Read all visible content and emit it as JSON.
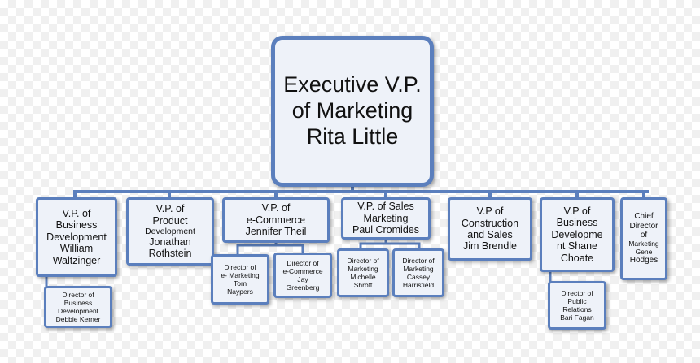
{
  "colors": {
    "box_fill": "#eef2f9",
    "box_border": "#5b7fbd",
    "connector": "#5b7fbd"
  },
  "root": {
    "lines": [
      "Executive V.P.",
      "of Marketing",
      "Rita Little"
    ]
  },
  "vps": [
    {
      "lines": [
        "V.P. of",
        "Business",
        "Development",
        "William",
        "Waltzinger"
      ],
      "subs": [
        {
          "lines": [
            "Director of",
            "Business",
            "Development",
            "Debbie Kerner"
          ]
        }
      ]
    },
    {
      "lines": [
        "V.P. of",
        "Product",
        "Development",
        "Jonathan",
        "Rothstein"
      ],
      "subs": []
    },
    {
      "lines": [
        "V.P. of",
        "e-Commerce",
        "Jennifer Theil"
      ],
      "subs": [
        {
          "lines": [
            "Director of",
            "e- Marketing",
            "Tom",
            "Naypers"
          ]
        },
        {
          "lines": [
            "Director of",
            "e-Commerce",
            "Jay",
            "Greenberg"
          ]
        }
      ]
    },
    {
      "lines": [
        "V.P. of  Sales",
        "Marketing",
        "Paul Cromides"
      ],
      "subs": [
        {
          "lines": [
            "Director of",
            "Marketing",
            "Michelle",
            "Shroff"
          ]
        },
        {
          "lines": [
            "Director of",
            "Marketing",
            "Cassey",
            "Harrisfield"
          ]
        }
      ]
    },
    {
      "lines": [
        "V.P of",
        "Construction",
        "and Sales",
        "Jim Brendle"
      ],
      "subs": []
    },
    {
      "lines": [
        "V.P of",
        "Business",
        "Developme",
        "nt Shane",
        "Choate"
      ],
      "subs": [
        {
          "lines": [
            "Director of",
            "Public",
            "Relations",
            "Bari Fagan"
          ]
        }
      ]
    },
    {
      "lines": [
        "Chief",
        "Director",
        "of",
        "Marketing Gene",
        "Hodges"
      ],
      "subs": []
    }
  ]
}
